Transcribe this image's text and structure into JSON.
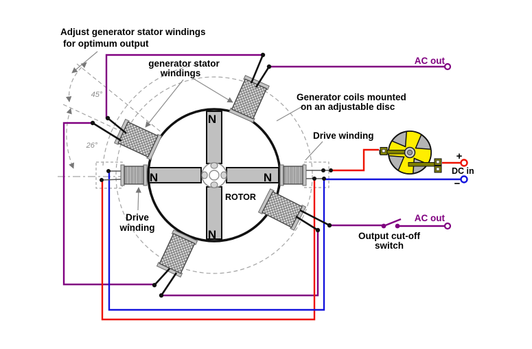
{
  "diagram": {
    "labels": {
      "adjust": {
        "line1": "Adjust generator stator windings",
        "line2": "for optimum output"
      },
      "generator_stator": {
        "line1": "generator stator",
        "line2": "windings"
      },
      "generator_coils": {
        "line1": "Generator coils mounted",
        "line2": "on an adjustable disc"
      },
      "drive_winding_right": "Drive winding",
      "drive_winding_left": {
        "line1": "Drive",
        "line2": "winding"
      },
      "rotor": "ROTOR",
      "output_switch": {
        "line1": "Output cut-off",
        "line2": "switch"
      },
      "ac_out_top": "AC out",
      "ac_out_bottom": "AC out",
      "dc_in": "DC in",
      "dc_plus": "+",
      "dc_minus": "−",
      "angle_45": "45°",
      "angle_26": "26°",
      "pole_n_top": "N",
      "pole_n_left": "N",
      "pole_n_right": "N",
      "pole_n_bottom": "N"
    },
    "colors": {
      "ac_wire": "#800080",
      "dc_positive_wire": "#ee1100",
      "dc_negative_wire": "#1414dd",
      "magnet_fill": "#c0c0c0",
      "commutator_body": "#b4b4b4",
      "commutator_armature": "#ffee00",
      "brush": "#7f7f00",
      "construction": "#a3a3a3"
    }
  }
}
